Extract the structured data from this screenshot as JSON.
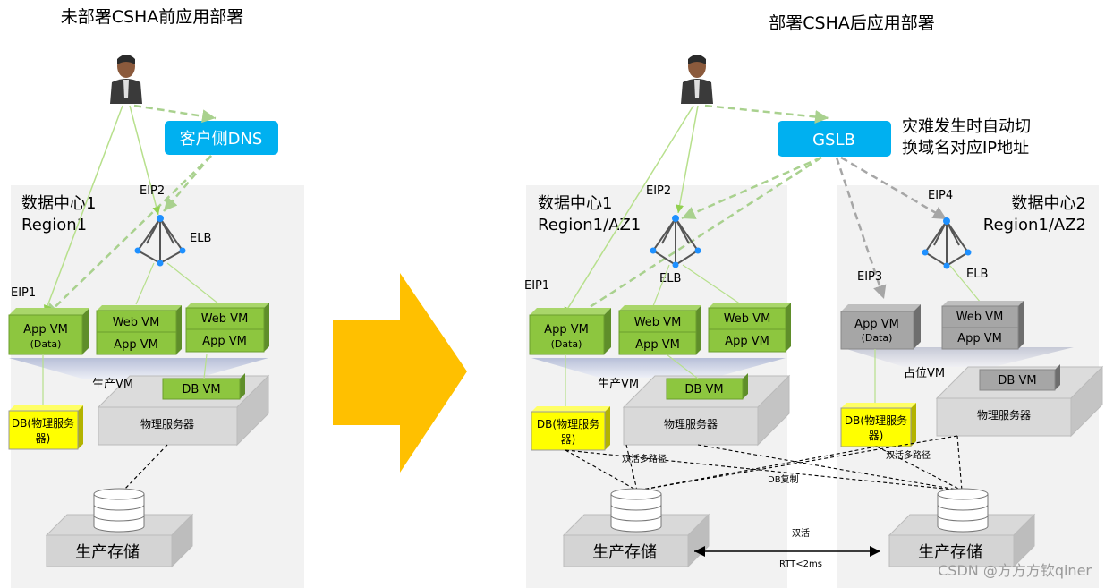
{
  "left": {
    "title": "未部署CSHA前应用部署",
    "dc_title": "数据中心1",
    "dc_region": "Region1",
    "dns_label": "客户侧DNS",
    "eip1": "EIP1",
    "eip2": "EIP2",
    "elb": "ELB",
    "app_vm": "App VM",
    "app_vm_sub": "(Data)",
    "web_vm": "Web VM",
    "app_vm2": "App VM",
    "db_vm": "DB VM",
    "prod_vm": "生产VM",
    "physical_server": "物理服务器",
    "db_phys_1": "DB(物理服务",
    "db_phys_2": "器)",
    "storage": "生产存储"
  },
  "right": {
    "title": "部署CSHA后应用部署",
    "gslb": "GSLB",
    "note_line1": "灾难发生时自动切",
    "note_line2": "换域名对应IP地址",
    "dc1_title": "数据中心1",
    "dc1_region": "Region1/AZ1",
    "dc2_title": "数据中心2",
    "dc2_region": "Region1/AZ2",
    "eip1": "EIP1",
    "eip2": "EIP2",
    "eip3": "EIP3",
    "eip4": "EIP4",
    "elb": "ELB",
    "app_vm": "App VM",
    "app_vm_sub": "(Data)",
    "web_vm": "Web VM",
    "app_vm2": "App VM",
    "db_vm": "DB VM",
    "prod_vm": "生产VM",
    "placeholder_vm": "占位VM",
    "physical_server": "物理服务器",
    "db_phys_1": "DB(物理服务",
    "db_phys_2": "器)",
    "storage": "生产存储",
    "multipath": "双活多路径",
    "db_replication": "DB复制",
    "active_active": "双活",
    "rtt": "RTT<2ms"
  },
  "watermark": "CSDN @方方方钦qiner",
  "colors": {
    "green_vm": "#8dc63f",
    "gray_vm": "#a6a6a6",
    "db_yellow": "#ffff00",
    "gslb_blue": "#00b0f0",
    "arrow_orange": "#ffc000",
    "zone_bg": "#f2f2f2"
  }
}
